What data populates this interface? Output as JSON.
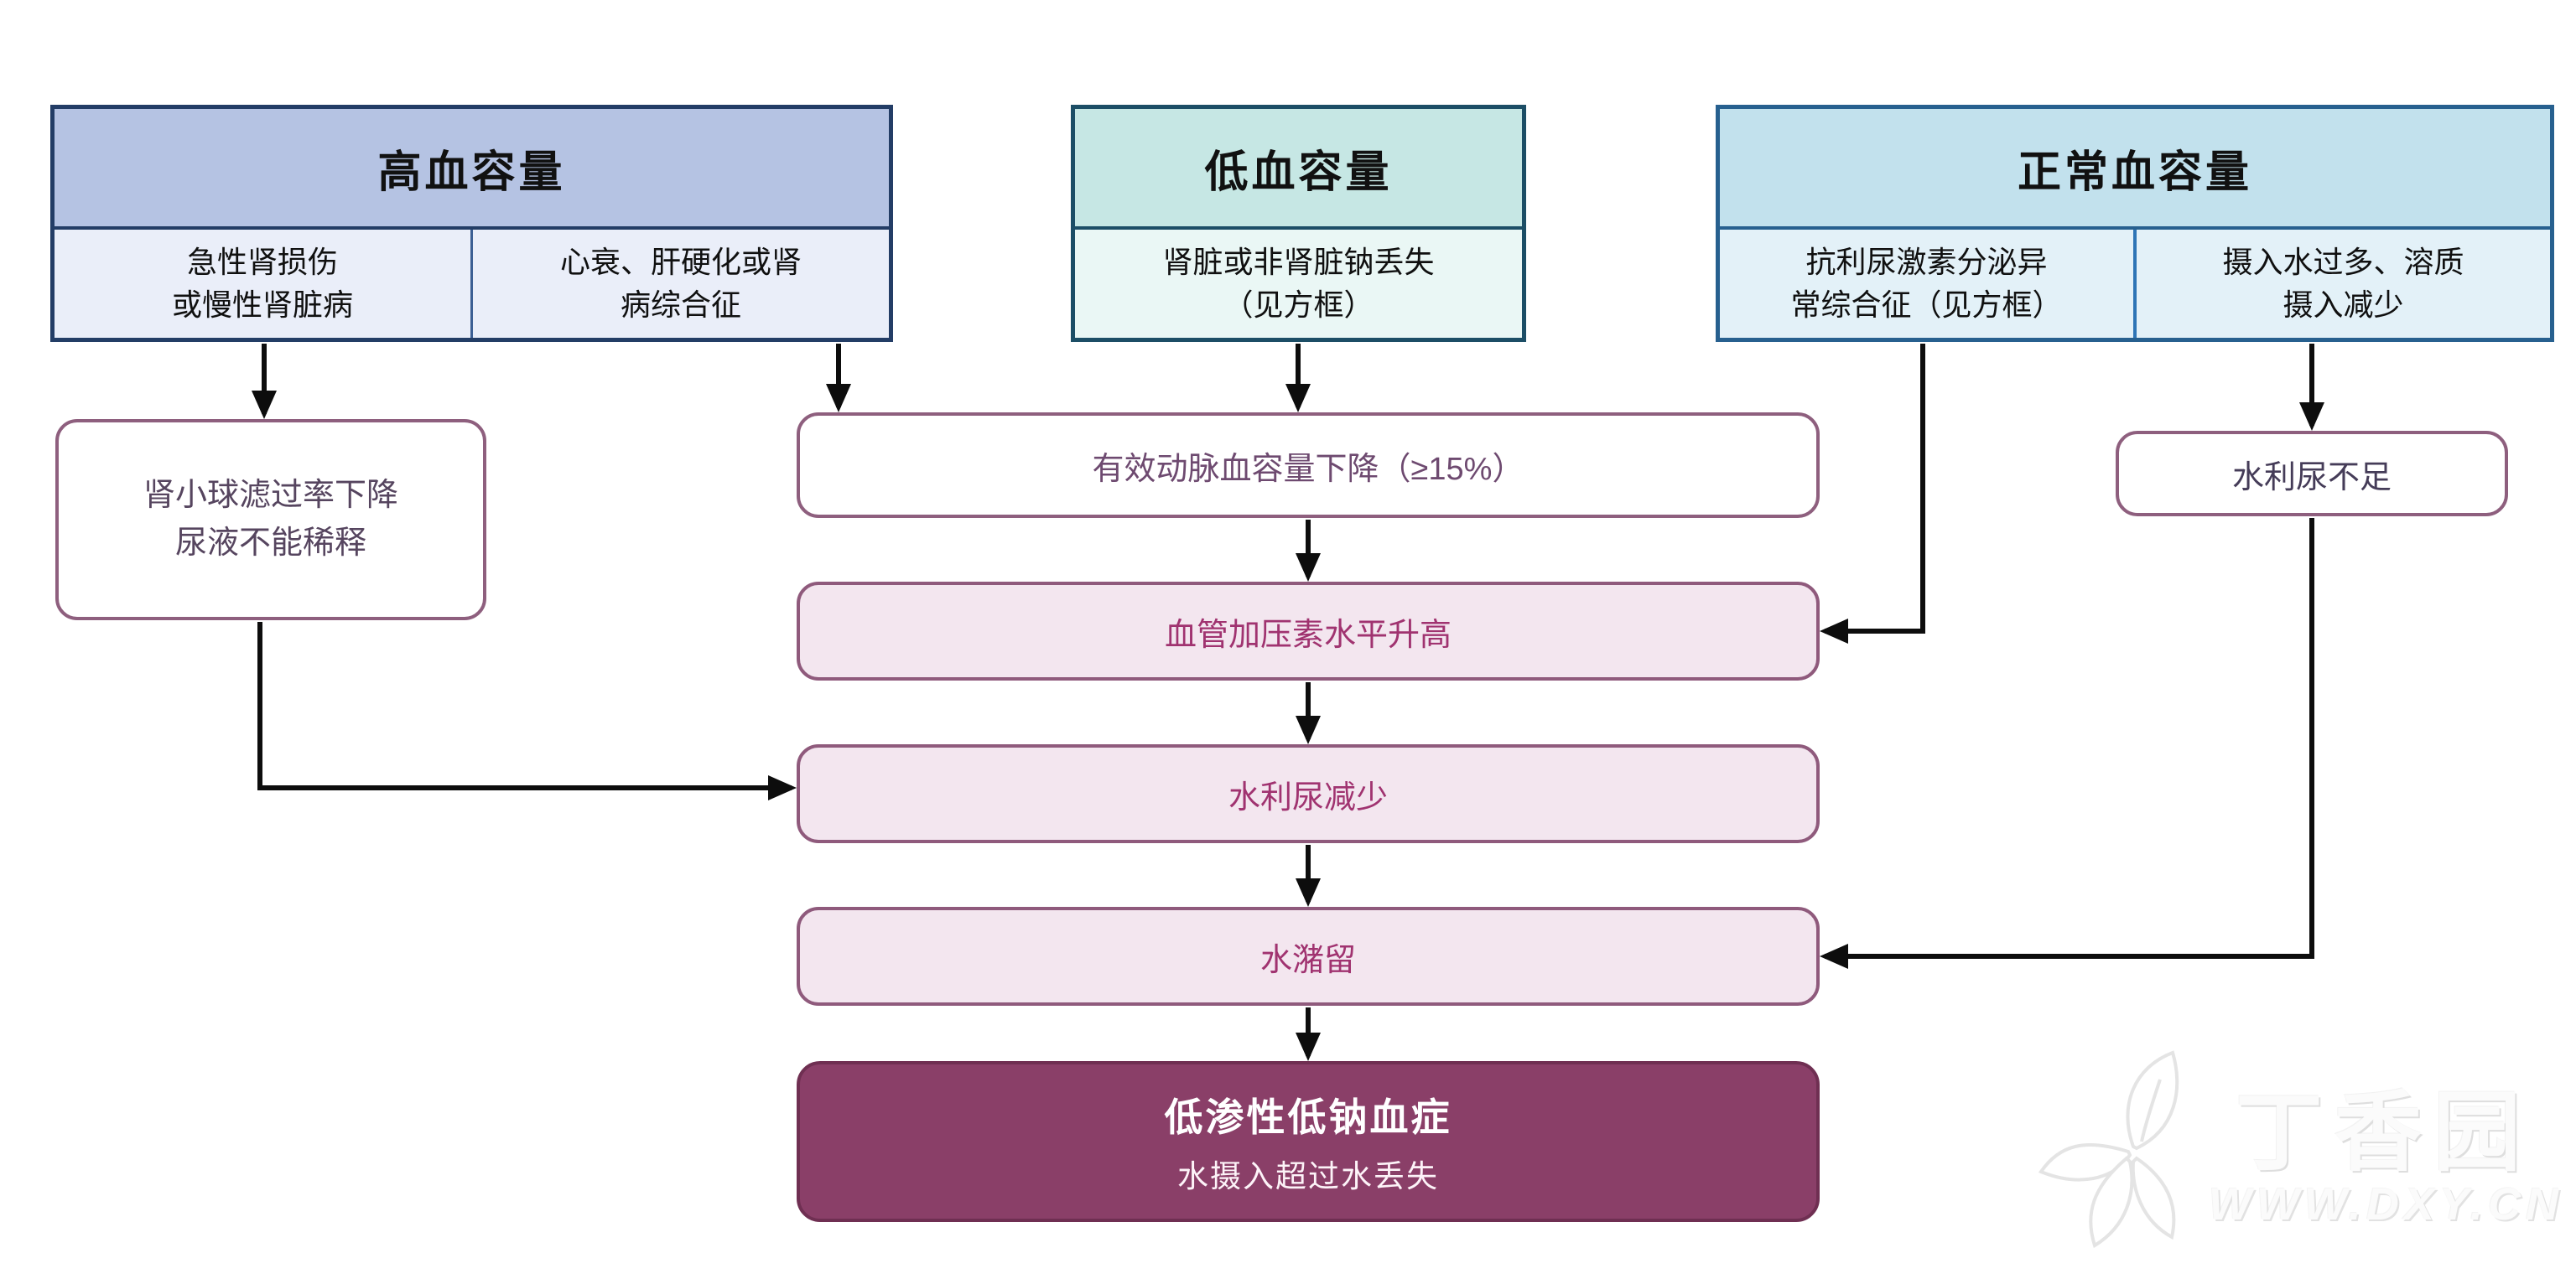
{
  "columns": [
    {
      "title": "高血容量",
      "cells": [
        "急性肾损伤\n或慢性肾脏病",
        "心衰、肝硬化或肾\n病综合征"
      ]
    },
    {
      "title": "低血容量",
      "cells": [
        "肾脏或非肾脏钠丢失\n（见方框）"
      ]
    },
    {
      "title": "正常血容量",
      "cells": [
        "抗利尿激素分泌异\n常综合征（见方框）",
        "摄入水过多、溶质\n摄入减少"
      ]
    }
  ],
  "nodes": {
    "gfr": "肾小球滤过率下降\n尿液不能稀释",
    "eabv": "有效动脉血容量下降（≥15%）",
    "insufficient_aquaresis": "水利尿不足",
    "vasopressin": "血管加压素水平升高",
    "decreased_aquaresis": "水利尿减少",
    "water_retention": "水潴留",
    "final_title": "低渗性低钠血症",
    "final_subtitle": "水摄入超过水丢失"
  },
  "watermark": {
    "brand": "丁香园",
    "site": "WWW.DXY.CN"
  },
  "colors": {
    "hypervolemia_header": "#b5c3e3",
    "hypervolemia_cell": "#eaeef9",
    "hypovolemia_header": "#c6e7e4",
    "hypovolemia_cell": "#eaf7f5",
    "normovolemia_header": "#c2e1ed",
    "normovolemia_cell": "#e3f1f8",
    "header_border": "#233d66",
    "node_border": "#8e5f7e",
    "pink_node_bg": "#f3e6ef",
    "pink_node_text": "#a03370",
    "final_bg": "#8a3f68",
    "arrow": "#0d0d0d"
  }
}
